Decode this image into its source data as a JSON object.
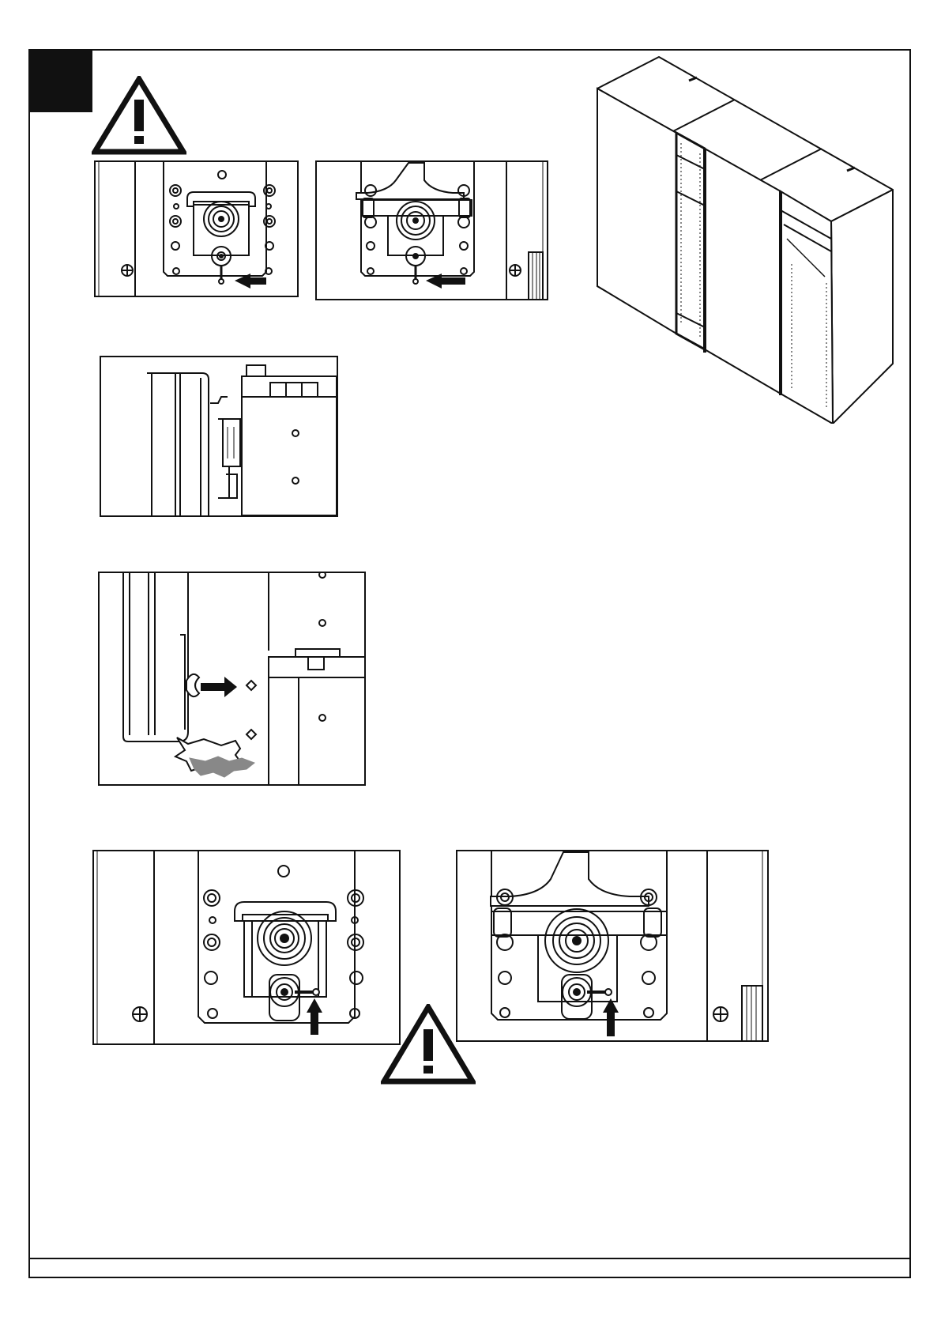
{
  "page": {
    "step_marker": "",
    "footer_text": ""
  },
  "figures": {
    "warning_icon_top": "warning-triangle",
    "warning_icon_bottom": "warning-triangle",
    "wardrobe": "sliding-door-wardrobe",
    "detail_top_left": "roller-bracket-left",
    "detail_top_right": "roller-bracket-right",
    "detail_mid_1": "door-top-guide-side-view",
    "detail_mid_2": "door-guide-latch-side-view",
    "detail_bottom_left": "roller-bracket-left-enlarged",
    "detail_bottom_right": "roller-bracket-right-enlarged"
  },
  "colors": {
    "ink": "#111111",
    "paper": "#ffffff",
    "shadow": "#888888"
  }
}
